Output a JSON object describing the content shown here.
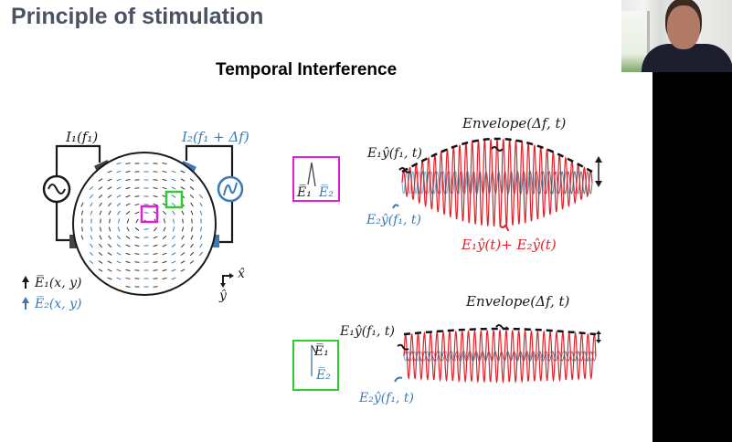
{
  "slide": {
    "title": "Principle of stimulation",
    "subtitle": "Temporal Interference"
  },
  "head_diagram": {
    "current1_label": "I₁(f₁)",
    "current2_label": "I₂(f₁ + Δf)",
    "legend_e1": "E̅₁(x, y)",
    "legend_e2": "E̅₂(x, y)",
    "axis_x": "x̂",
    "axis_y": "ŷ",
    "colors": {
      "source1": "#1a1a1a",
      "source2": "#3b7ab5",
      "roi_magenta": "#e020d0",
      "roi_green": "#2ecc2e",
      "electrode_dark": "#444444",
      "electrode_blue": "#3b7ab5"
    }
  },
  "panel_top": {
    "inset_e1": "E̅₁",
    "inset_e2": "E̅₂",
    "envelope_label": "Envelope(Δf, t)",
    "e1_label": "E₁ŷ(f₁, t)",
    "e2_label": "E₂ŷ(f₁, t)",
    "sum_label": "E₁ŷ(t)+ E₂ŷ(t)",
    "box_color": "#e020d0"
  },
  "panel_bottom": {
    "inset_e1": "E̅₁",
    "inset_e2": "E̅₂",
    "envelope_label": "Envelope(Δf, t)",
    "e1_label": "E₁ŷ(f₁, t)",
    "e2_label": "E₂ŷ(f₁, t)",
    "box_color": "#2ecc2e"
  },
  "webcam": {
    "description": "presenter video feed"
  }
}
